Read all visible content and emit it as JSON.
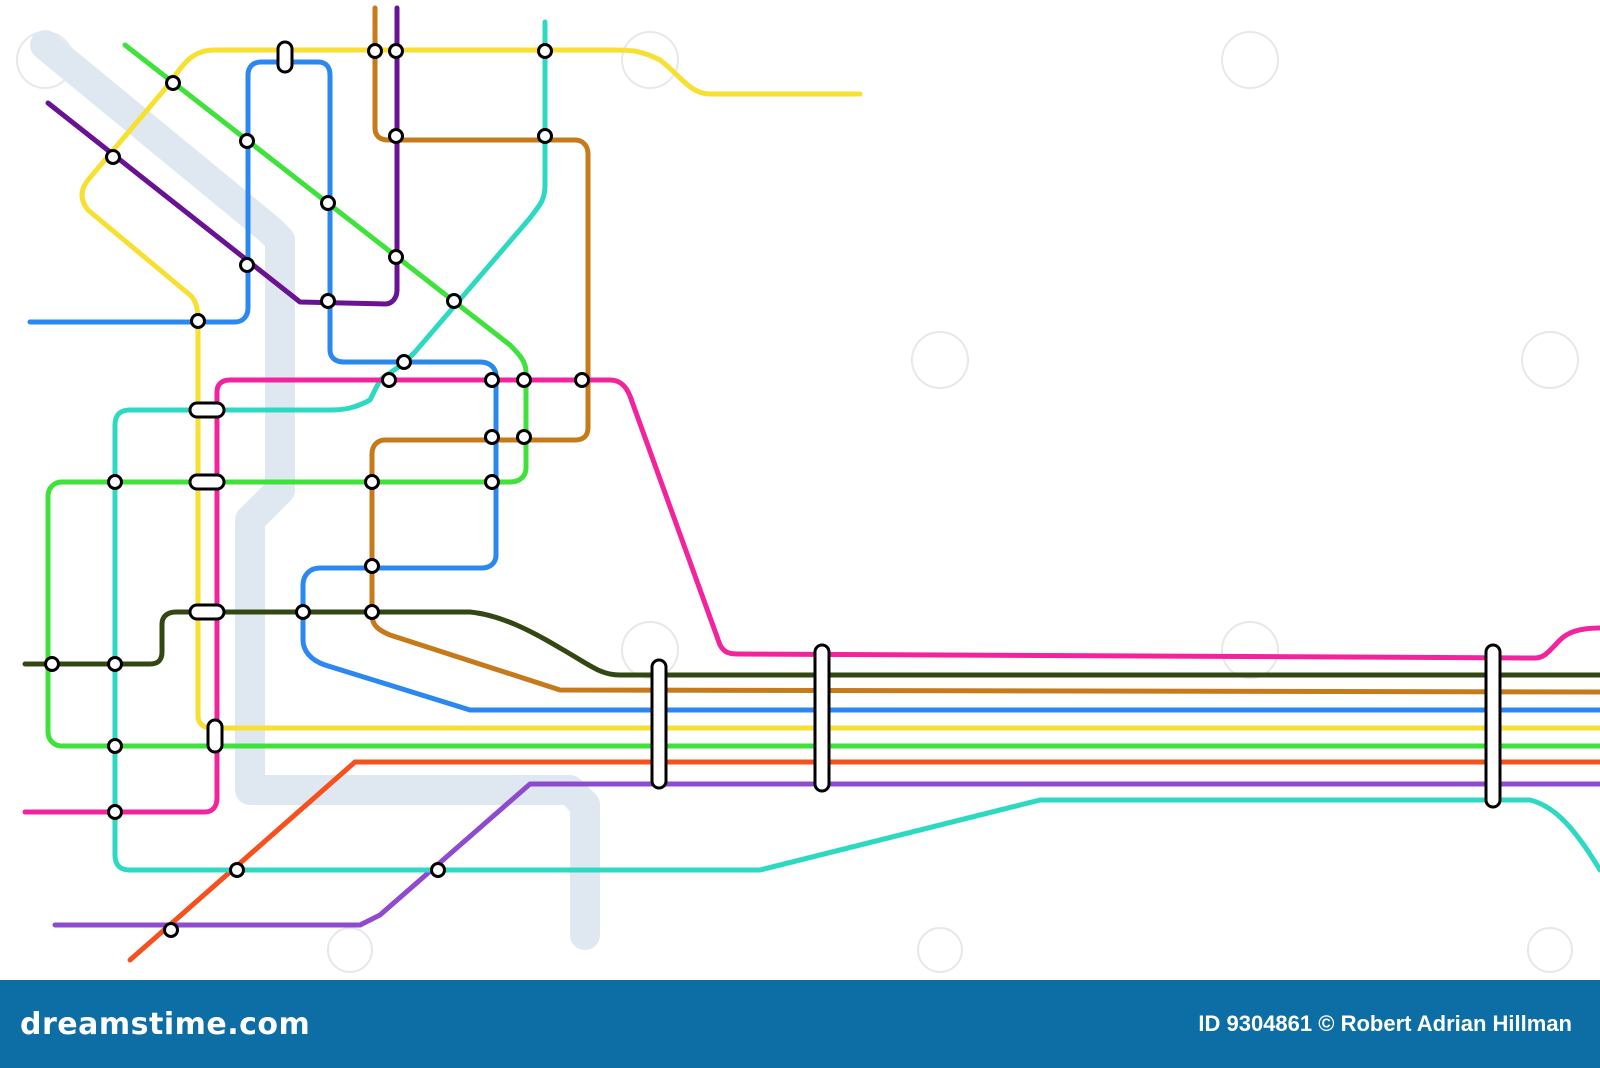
{
  "map": {
    "river_color": "#dfe8f1",
    "lines": [
      {
        "name": "yellow-line",
        "color": "#f7e031"
      },
      {
        "name": "green-line",
        "color": "#3ee23a"
      },
      {
        "name": "purple-line",
        "color": "#6a1294"
      },
      {
        "name": "blue-line",
        "color": "#2b88f0"
      },
      {
        "name": "brown-line",
        "color": "#c67a1a"
      },
      {
        "name": "cyan-line",
        "color": "#2ed9c3"
      },
      {
        "name": "pink-line",
        "color": "#f2239d"
      },
      {
        "name": "dark-olive-line",
        "color": "#334712"
      },
      {
        "name": "red-orange-line",
        "color": "#f5501e"
      },
      {
        "name": "violet-line",
        "color": "#8e4bd0"
      }
    ]
  },
  "footer": {
    "brand": "dreamstime.com",
    "credit": "ID 9304861 © Robert Adrian Hillman"
  }
}
